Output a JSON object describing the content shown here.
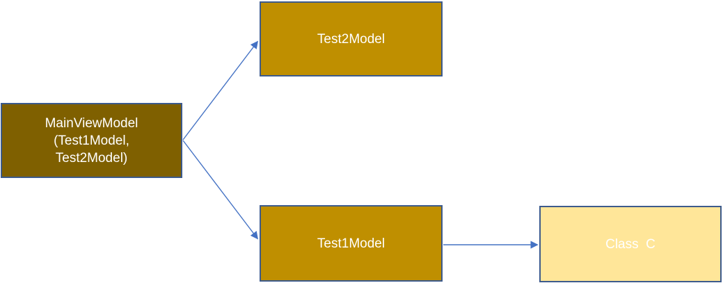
{
  "diagram": {
    "nodes": {
      "main_view_model": {
        "label": "MainViewModel\n(Test1Model,\nTest2Model)",
        "fill": "#7F6000",
        "text_color": "#FFFFFF"
      },
      "test2_model": {
        "label": "Test2Model",
        "fill": "#BF8F00",
        "text_color": "#FFFFFF"
      },
      "test1_model": {
        "label": "Test1Model",
        "fill": "#BF8F00",
        "text_color": "#FFFFFF"
      },
      "class_c": {
        "label": "Class  C",
        "fill": "#FFE699",
        "text_color": "#FFFFFF"
      }
    },
    "connectors": [
      {
        "from": "MainViewModel",
        "to": "Test2Model"
      },
      {
        "from": "MainViewModel",
        "to": "Test1Model"
      },
      {
        "from": "Test1Model",
        "to": "Class C"
      }
    ],
    "colors": {
      "node_border": "#3C5A8C",
      "connector": "#4472C4",
      "background": "#FFFFFF"
    }
  }
}
